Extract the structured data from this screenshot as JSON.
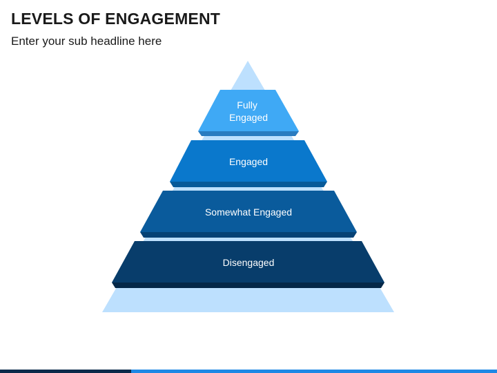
{
  "slide": {
    "title": "LEVELS OF ENGAGEMENT",
    "subtitle": "Enter your sub headline here"
  },
  "pyramid": {
    "background_color": "#bde0fe",
    "levels": [
      {
        "label_lines": [
          "Fully",
          "Engaged"
        ],
        "color": "#3fa9f5",
        "shadow": "#2a7cc0"
      },
      {
        "label_lines": [
          "Engaged"
        ],
        "color": "#0a78cc",
        "shadow": "#075a99"
      },
      {
        "label_lines": [
          "Somewhat Engaged"
        ],
        "color": "#0a5b9c",
        "shadow": "#064275"
      },
      {
        "label_lines": [
          "Disengaged"
        ],
        "color": "#083d6b",
        "shadow": "#052848"
      }
    ]
  },
  "footer": {
    "dark_color": "#0b2a4a",
    "light_color": "#1e88e5"
  }
}
